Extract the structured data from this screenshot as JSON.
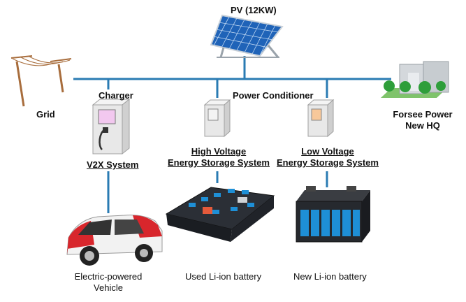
{
  "labels": {
    "pv": "PV (12KW)",
    "grid": "Grid",
    "charger": "Charger",
    "power_conditioner": "Power Conditioner",
    "hq_line1": "Forsee Power",
    "hq_line2": "New HQ",
    "v2x": "V2X System",
    "hv_line1": "High Voltage",
    "hv_line2": "Energy Storage System",
    "lv_line1": "Low Voltage",
    "lv_line2": "Energy Storage System",
    "ev_line1": "Electric-powered",
    "ev_line2": "Vehicle",
    "used_battery": "Used  Li-ion battery",
    "new_battery": "New  Li-ion battery"
  },
  "colors": {
    "bus_line": "#2a7bb3",
    "solar_panel": "#1f63b8",
    "cabinet": "#e8e8e8",
    "charger_screen": "#f2c8ef",
    "lv_screen": "#f8c89a",
    "car_red": "#d8262c",
    "battery_cell": "#1e8fd6",
    "building": "#c7ccd0",
    "tree": "#2e9e3a"
  }
}
